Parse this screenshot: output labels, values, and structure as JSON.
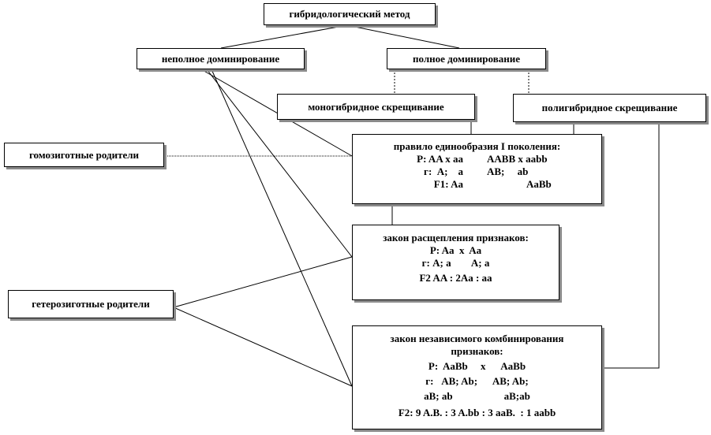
{
  "title": "гибридологический метод",
  "incomplete_dominance": "неполное доминирование",
  "complete_dominance": "полное доминирование",
  "monohybrid": "моногибридное скрещивание",
  "polyhybrid": "полигибридное скрещивание",
  "homozygous_parents": "гомозиготные родители",
  "heterozygous_parents": "гетерозиготные родители",
  "uniformity": {
    "title": "правило единообразия I поколения:",
    "rows": [
      {
        "left": "P: AA x aa",
        "right": "AABB x aabb"
      },
      {
        "left": "г:  A;    a",
        "right": "AB;     ab"
      },
      {
        "left": "F1: Aa",
        "right": "AaBb"
      }
    ]
  },
  "segregation": {
    "title": "закон расщепления признаков:",
    "lines": [
      "P: Aa  x  Aa",
      "г: A; a        A; a",
      "F2 AA : 2Aa : aa"
    ]
  },
  "independent": {
    "title_1": "закон независимого комбинирования",
    "title_2": "признаков:",
    "lines": [
      "P:  AaBb     x      AaBb",
      "г:   AB; Ab;      AB; Ab;",
      "aB; ab                    aB;ab",
      "F2: 9 A.B. : 3 A.bb : 3 aaB.  : 1 aabb"
    ]
  }
}
